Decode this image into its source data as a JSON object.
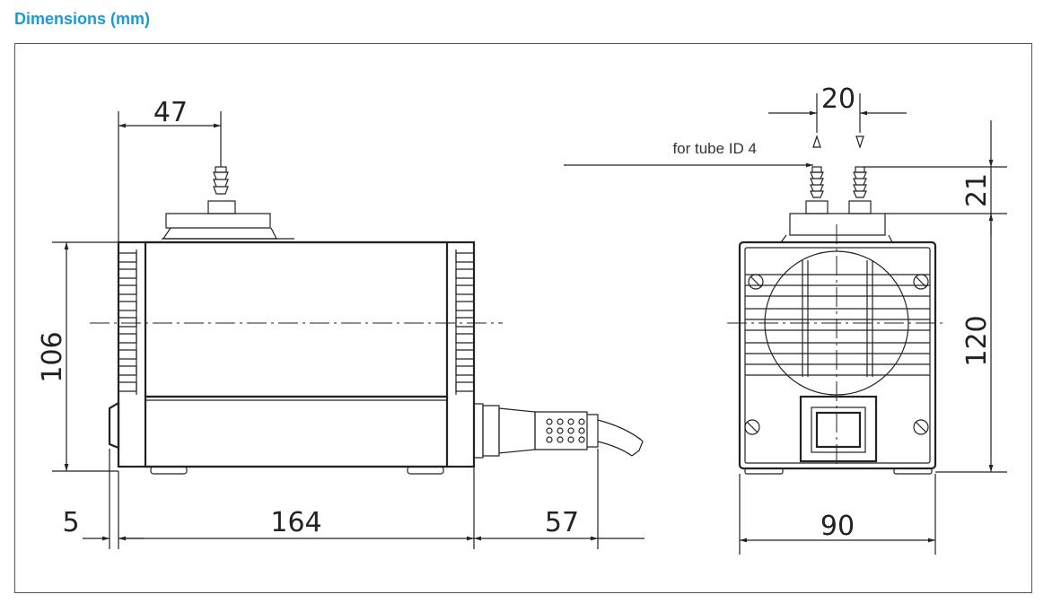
{
  "title": "Dimensions (mm)",
  "front_view": {
    "dim_width_top": "47",
    "dim_height": "106",
    "dim_offset_left": "5",
    "dim_length": "164",
    "dim_cable": "57"
  },
  "side_view": {
    "dim_port_spacing": "20",
    "tube_note": "for tube ID 4",
    "dim_port_height": "21",
    "dim_height": "120",
    "dim_width": "90"
  }
}
